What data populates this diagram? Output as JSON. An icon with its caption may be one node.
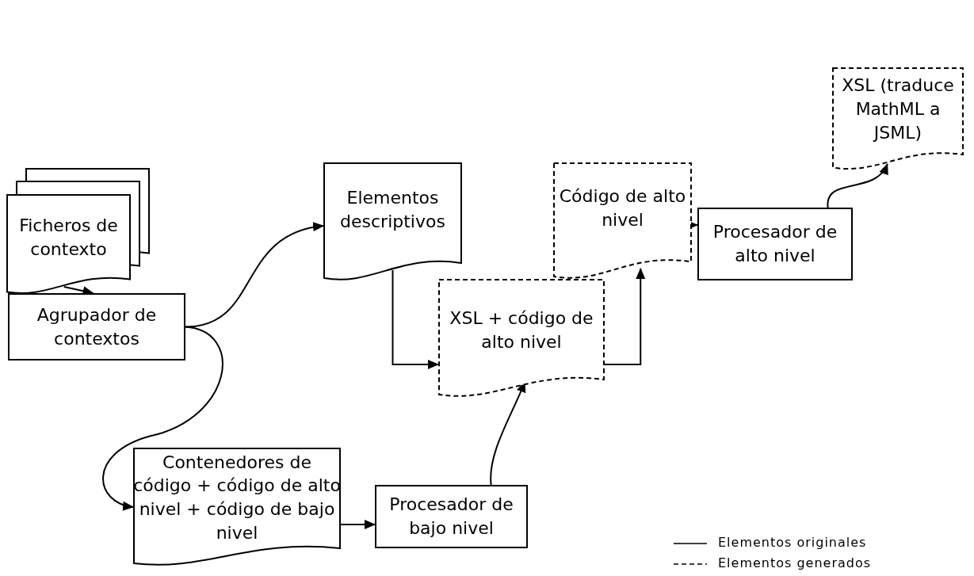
{
  "diagram": {
    "nodes": [
      {
        "text": [
          "Ficheros de contexto"
        ]
      },
      {
        "text": [
          "Agrupador de contextos"
        ]
      },
      {
        "text": [
          "Elementos descriptivos"
        ]
      },
      {
        "text": [
          "XSL + código de alto nivel"
        ]
      },
      {
        "text": [
          "Código de alto nivel"
        ]
      },
      {
        "text": [
          "Procesador de alto nivel"
        ]
      },
      {
        "text": [
          "XSL (traduce MathML a JSML)"
        ]
      },
      {
        "text": [
          "Contenedores de código + código de alto nivel + código de bajo nivel"
        ]
      },
      {
        "text": [
          "Procesador de bajo nivel"
        ]
      }
    ],
    "edges": [
      {
        "from": 0,
        "to": 1,
        "arrow": "to"
      },
      {
        "from": 1,
        "to": 2,
        "arrow": "to"
      },
      {
        "from": 1,
        "to": 7,
        "arrow": "to"
      },
      {
        "from": 2,
        "to": 3,
        "arrow": "to"
      },
      {
        "from": 7,
        "to": 8,
        "arrow": "to"
      },
      {
        "from": 8,
        "to": 3,
        "arrow": "to"
      },
      {
        "from": 3,
        "to": 4,
        "arrow": "to"
      },
      {
        "from": 4,
        "to": 5,
        "arrow": "to"
      },
      {
        "from": 5,
        "to": 6,
        "arrow": "to"
      }
    ],
    "legend": [
      {
        "text": "Elementos originales"
      },
      {
        "text": "Elementos generados"
      }
    ]
  }
}
